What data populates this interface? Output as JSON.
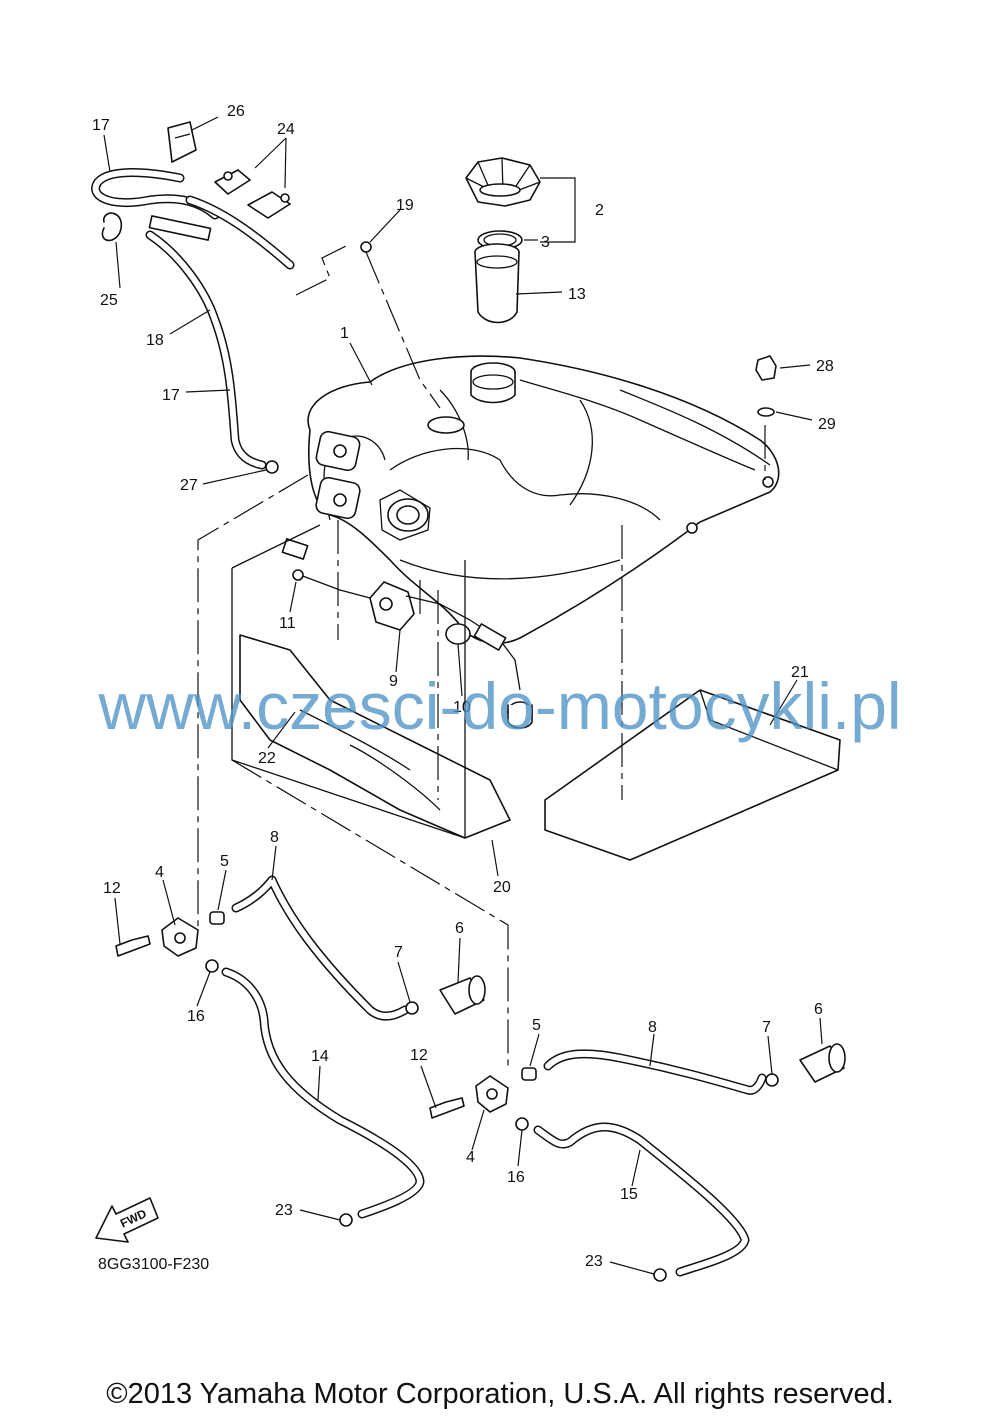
{
  "diagram": {
    "callouts": [
      {
        "id": "c1",
        "label": "1"
      },
      {
        "id": "c2",
        "label": "2"
      },
      {
        "id": "c3",
        "label": "3"
      },
      {
        "id": "c4a",
        "label": "4"
      },
      {
        "id": "c4b",
        "label": "4"
      },
      {
        "id": "c5a",
        "label": "5"
      },
      {
        "id": "c5b",
        "label": "5"
      },
      {
        "id": "c6a",
        "label": "6"
      },
      {
        "id": "c6b",
        "label": "6"
      },
      {
        "id": "c7a",
        "label": "7"
      },
      {
        "id": "c7b",
        "label": "7"
      },
      {
        "id": "c8a",
        "label": "8"
      },
      {
        "id": "c8b",
        "label": "8"
      },
      {
        "id": "c9",
        "label": "9"
      },
      {
        "id": "c10",
        "label": "10"
      },
      {
        "id": "c11",
        "label": "11"
      },
      {
        "id": "c12a",
        "label": "12"
      },
      {
        "id": "c12b",
        "label": "12"
      },
      {
        "id": "c13",
        "label": "13"
      },
      {
        "id": "c14",
        "label": "14"
      },
      {
        "id": "c15",
        "label": "15"
      },
      {
        "id": "c16a",
        "label": "16"
      },
      {
        "id": "c16b",
        "label": "16"
      },
      {
        "id": "c17a",
        "label": "17"
      },
      {
        "id": "c17b",
        "label": "17"
      },
      {
        "id": "c18",
        "label": "18"
      },
      {
        "id": "c19",
        "label": "19"
      },
      {
        "id": "c20",
        "label": "20"
      },
      {
        "id": "c21",
        "label": "21"
      },
      {
        "id": "c22",
        "label": "22"
      },
      {
        "id": "c23a",
        "label": "23"
      },
      {
        "id": "c23b",
        "label": "23"
      },
      {
        "id": "c24",
        "label": "24"
      },
      {
        "id": "c25",
        "label": "25"
      },
      {
        "id": "c26",
        "label": "26"
      },
      {
        "id": "c27",
        "label": "27"
      },
      {
        "id": "c28",
        "label": "28"
      },
      {
        "id": "c29",
        "label": "29"
      }
    ],
    "fwd_label": "FWD",
    "diagram_code": "8GG3100-F230"
  },
  "watermark": "www.czesci-do-motocykli.pl",
  "copyright": "©2013 Yamaha Motor Corporation, U.S.A. All rights reserved.",
  "colors": {
    "watermark": "#4f93c6",
    "line": "#111111",
    "background": "#ffffff"
  }
}
